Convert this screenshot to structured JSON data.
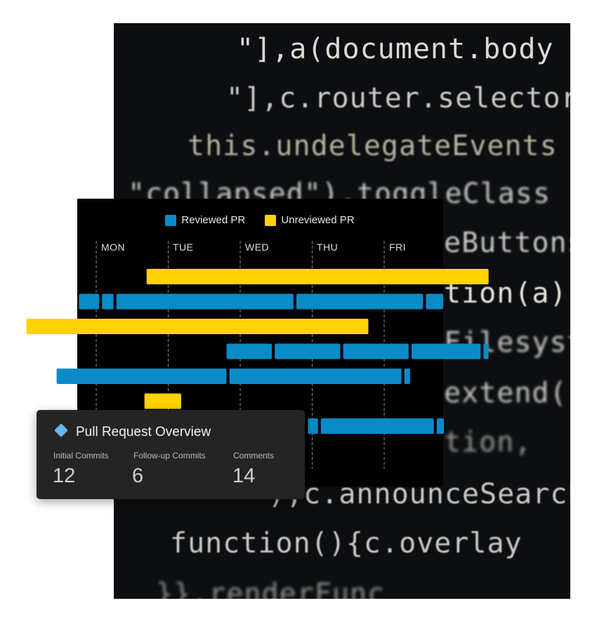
{
  "background_code": [
    "\"],a(document.body",
    "\"],c.router.selector",
    "this.undelegateEvents",
    "\"collapsed\"),toggleClass",
    "eButtons",
    "tion(a)",
    "Filesystem",
    "extend(",
    "tion,",
    "),c.announceSearch",
    "function(){c.overlay",
    "}},renderFunc"
  ],
  "chart_data": {
    "type": "gantt",
    "categories": [
      "MON",
      "TUE",
      "WED",
      "THU",
      "FRI"
    ],
    "legend": [
      {
        "name": "Reviewed PR",
        "color": "#0a8bc8"
      },
      {
        "name": "Unreviewed PR",
        "color": "#ffd200"
      }
    ],
    "rows": [
      {
        "series": "Unreviewed PR",
        "segments": [
          [
            0.7,
            5.45
          ]
        ]
      },
      {
        "series": "Reviewed PR",
        "segments": [
          [
            -0.24,
            0.04
          ],
          [
            0.08,
            0.24
          ],
          [
            0.28,
            2.74
          ],
          [
            2.78,
            4.54
          ],
          [
            4.58,
            4.82
          ]
        ]
      },
      {
        "series": "Unreviewed PR",
        "segments": [
          [
            -0.97,
            3.78
          ]
        ]
      },
      {
        "series": "Reviewed PR",
        "segments": [
          [
            1.81,
            2.44
          ],
          [
            2.48,
            3.39
          ],
          [
            3.43,
            4.34
          ],
          [
            4.38,
            5.34
          ],
          [
            5.38,
            5.45
          ]
        ]
      },
      {
        "series": "Reviewed PR",
        "segments": [
          [
            -0.55,
            1.81
          ],
          [
            1.85,
            4.24
          ],
          [
            4.28,
            4.36
          ]
        ]
      },
      {
        "series": "Unreviewed PR",
        "segments": [
          [
            0.67,
            1.18
          ]
        ]
      },
      {
        "series": "Reviewed PR",
        "segments": [
          [
            2.94,
            3.08
          ],
          [
            3.12,
            4.69
          ],
          [
            4.73,
            4.83
          ]
        ]
      }
    ],
    "xlim": [
      -0.97,
      5.45
    ],
    "grid": true,
    "legend_position": "top-center"
  },
  "card": {
    "title": "Pull Request Overview",
    "icon": "diamond-icon",
    "icon_color": "#5fb8ef",
    "stats": [
      {
        "label": "Initial Commits",
        "value": "12"
      },
      {
        "label": "Follow-up Commits",
        "value": "6"
      },
      {
        "label": "Comments",
        "value": "14"
      }
    ]
  }
}
